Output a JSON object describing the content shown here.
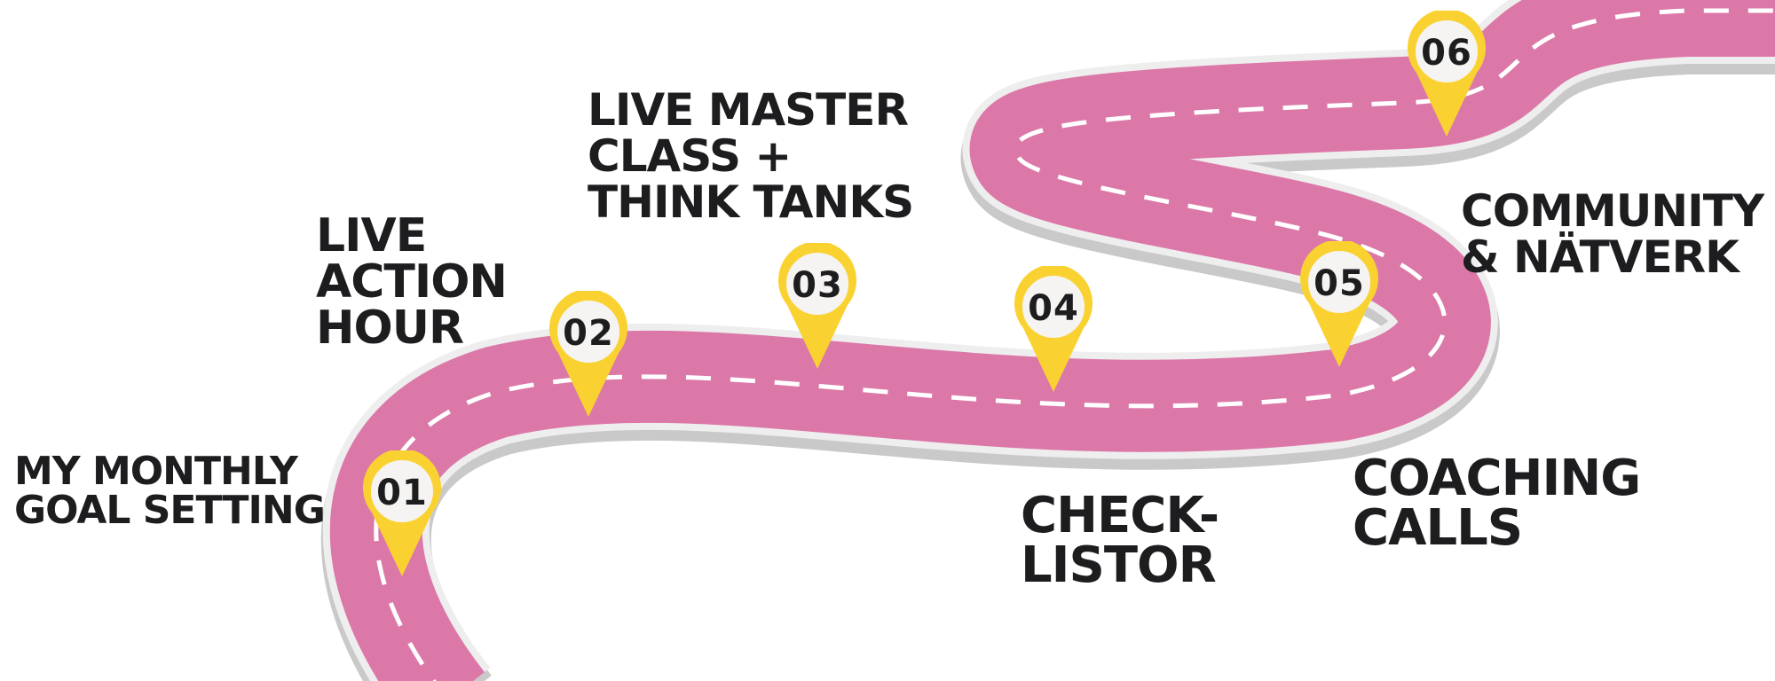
{
  "colors": {
    "road": "#dc78a8",
    "road_shadow": "#c9c9c9",
    "road_edge": "#eeeeee",
    "dash": "#ffffff",
    "pin": "#f9d232",
    "pin_face": "#f5f4f2",
    "text": "#1d1d1f"
  },
  "steps": [
    {
      "number": "01",
      "label_lines": [
        "MY MONTHLY",
        "GOAL SETTING"
      ]
    },
    {
      "number": "02",
      "label_lines": [
        "LIVE",
        "ACTION",
        "HOUR"
      ]
    },
    {
      "number": "03",
      "label_lines": [
        "LIVE MASTER",
        "CLASS +",
        "THINK TANKS"
      ]
    },
    {
      "number": "04",
      "label_lines": [
        "CHECK-",
        "LISTOR"
      ]
    },
    {
      "number": "05",
      "label_lines": [
        "COACHING",
        "CALLS"
      ]
    },
    {
      "number": "06",
      "label_lines": [
        "COMMUNITY",
        "& NÄTVERK"
      ]
    }
  ]
}
